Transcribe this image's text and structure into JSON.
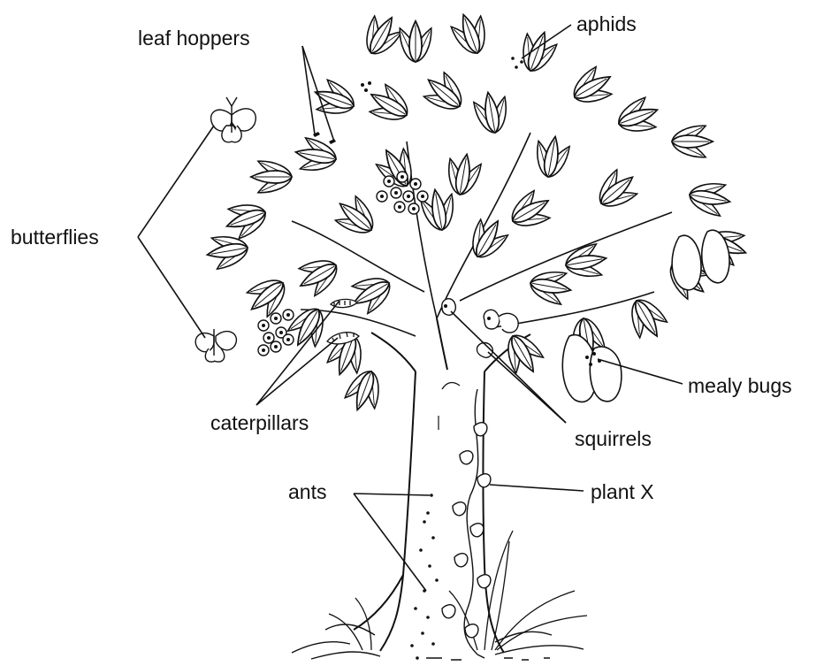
{
  "labels": {
    "leaf_hoppers": "leaf hoppers",
    "aphids": "aphids",
    "butterflies": "butterflies",
    "mealy_bugs": "mealy bugs",
    "caterpillars": "caterpillars",
    "squirrels": "squirrels",
    "ants": "ants",
    "plant_x": "plant X"
  }
}
